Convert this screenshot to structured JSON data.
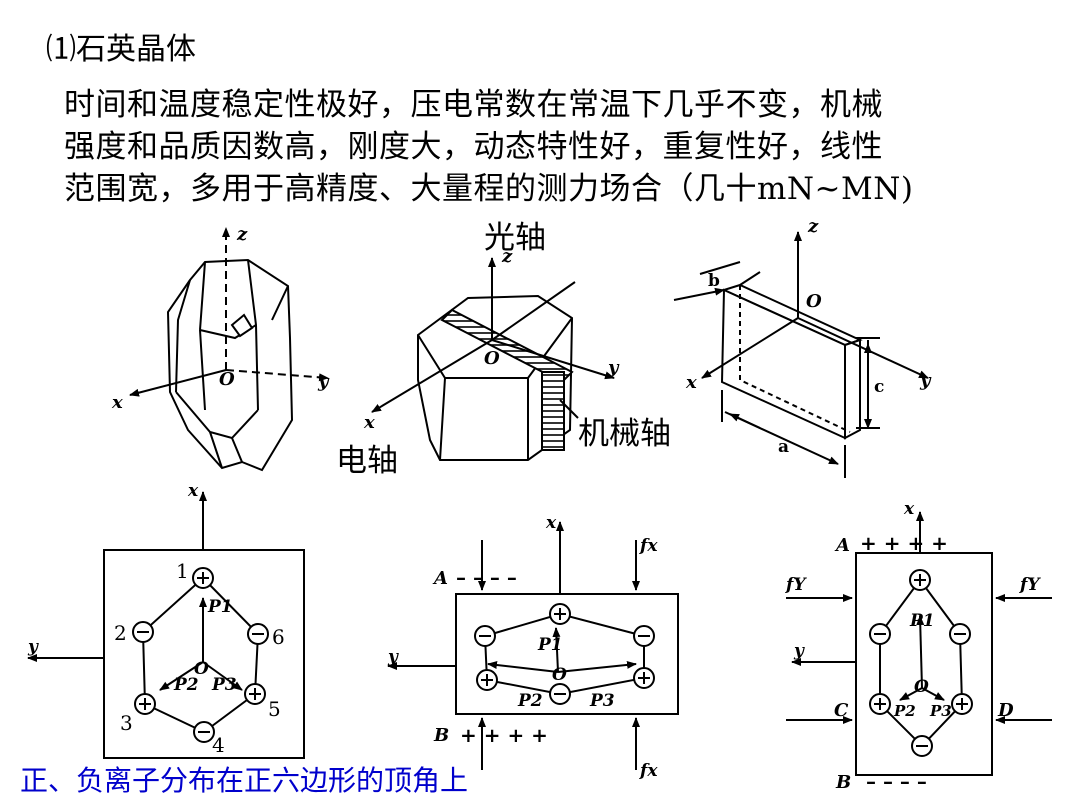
{
  "heading": "⑴石英晶体",
  "paragraph": [
    "时间和温度稳定性极好，压电常数在常温下几乎不变，机械",
    "强度和品质因数高，刚度大，动态特性好，重复性好，线性",
    "范围宽，多用于高精度、大量程的测力场合（几十mN~MN)"
  ],
  "caption": "正、负离子分布在正六边形的顶角上",
  "axis_labels": {
    "x": "x",
    "y": "y",
    "z": "z",
    "origin": "O"
  },
  "crystal_labels": {
    "optical_axis": "光轴",
    "electrical_axis": "电轴",
    "mechanical_axis": "机械轴"
  },
  "slice_dims": {
    "a": "a",
    "b": "b",
    "c": "c"
  },
  "ions": {
    "plus": "⊕",
    "minus": "⊖",
    "numbers": [
      "1",
      "2",
      "3",
      "4",
      "5",
      "6"
    ],
    "dipoles": [
      "P1",
      "P2",
      "P3"
    ]
  },
  "surfaces": {
    "A": "A",
    "B": "B",
    "C": "C",
    "D": "D"
  },
  "forces": {
    "fx": "fx",
    "fy": "fY"
  },
  "charges": {
    "plus_row": "+ + + +",
    "minus_row": "– – – –"
  }
}
